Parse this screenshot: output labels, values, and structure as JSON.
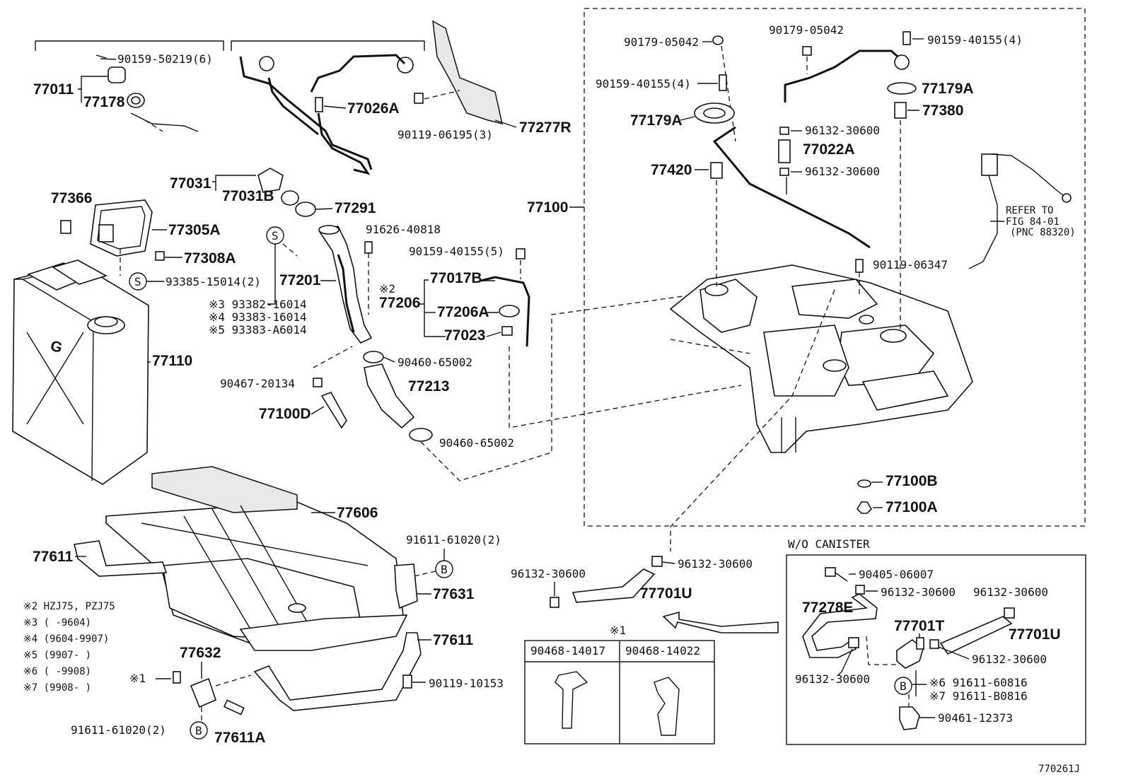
{
  "labels": {
    "p77011": "77011",
    "p77178": "77178",
    "p90159_50219": "90159-50219(6)",
    "p77026A": "77026A",
    "p90119_06195": "90119-06195(3)",
    "p77277R": "77277R",
    "p77031": "77031",
    "p77031B": "77031B",
    "p77291": "77291",
    "p77366": "77366",
    "p77305A": "77305A",
    "p77308A": "77308A",
    "p91626_40818": "91626-40818",
    "p90159_40155_5": "90159-40155(5)",
    "p93385_15014": "93385-15014(2)",
    "p77201": "77201",
    "p77017B": "77017B",
    "p77206": "77206",
    "p77206A": "77206A",
    "p77023": "77023",
    "ref2_mark": "※2",
    "p93382_16014": "※3 93382-16014",
    "p93383_16014": "※4 93383-16014",
    "p93383_A6014": "※5 93383-A6014",
    "p77110": "77110",
    "p90460_65002_a": "90460-65002",
    "p90467_20134": "90467-20134",
    "p77213": "77213",
    "p77100D": "77100D",
    "p90460_65002_b": "90460-65002",
    "p77606": "77606",
    "p77611_left": "77611",
    "p91611_61020_top": "91611-61020(2)",
    "p77631": "77631",
    "p77611_right": "77611",
    "p77632": "77632",
    "p90119_10153": "90119-10153",
    "p91611_61020_bot": "91611-61020(2)",
    "p77611A": "77611A",
    "ref1_mark": "※1",
    "p90179_05042_a": "90179-05042",
    "p90179_05042_b": "90179-05042",
    "p90159_40155_4a": "90159-40155(4)",
    "p90159_40155_4b": "90159-40155(4)",
    "p77179A_a": "77179A",
    "p77179A_b": "77179A",
    "p96132_30600_a": "96132-30600",
    "p77022A": "77022A",
    "p96132_30600_b": "96132-30600",
    "p77380": "77380",
    "p77420": "77420",
    "p77100": "77100",
    "refer_to_1": "REFER TO",
    "refer_to_2": "FIG 84-01",
    "refer_to_3": "(PNC 88320)",
    "p90119_06347": "90119-06347",
    "p77100B": "77100B",
    "p77100A": "77100A",
    "p96132_30600_c": "96132-30600",
    "p96132_30600_d": "96132-30600",
    "p77701U_a": "77701U",
    "wo_canister": "W/O CANISTER",
    "p90405_06007": "90405-06007",
    "p96132_30600_e": "96132-30600",
    "p96132_30600_f": "96132-30600",
    "p77278E": "77278E",
    "p77701T": "77701T",
    "p77701U_b": "77701U",
    "p96132_30600_g": "96132-30600",
    "p96132_30600_h": "96132-30600",
    "p91611_60816": "※6 91611-60816",
    "p91611_B0816": "※7 91611-B0816",
    "p90461_12373": "90461-12373",
    "clip_table_title": "※1",
    "clip_col1": "90468-14017",
    "clip_col2": "90468-14022",
    "s_mark": "S",
    "b_mark": "B",
    "diagram_id": "770261J"
  },
  "notes": [
    "※2 HZJ75, PZJ75",
    "※3 (      -9604)",
    "※4 (9604-9907)",
    "※5 (9907-      )",
    "※6 (      -9908)",
    "※7 (9908-      )"
  ]
}
